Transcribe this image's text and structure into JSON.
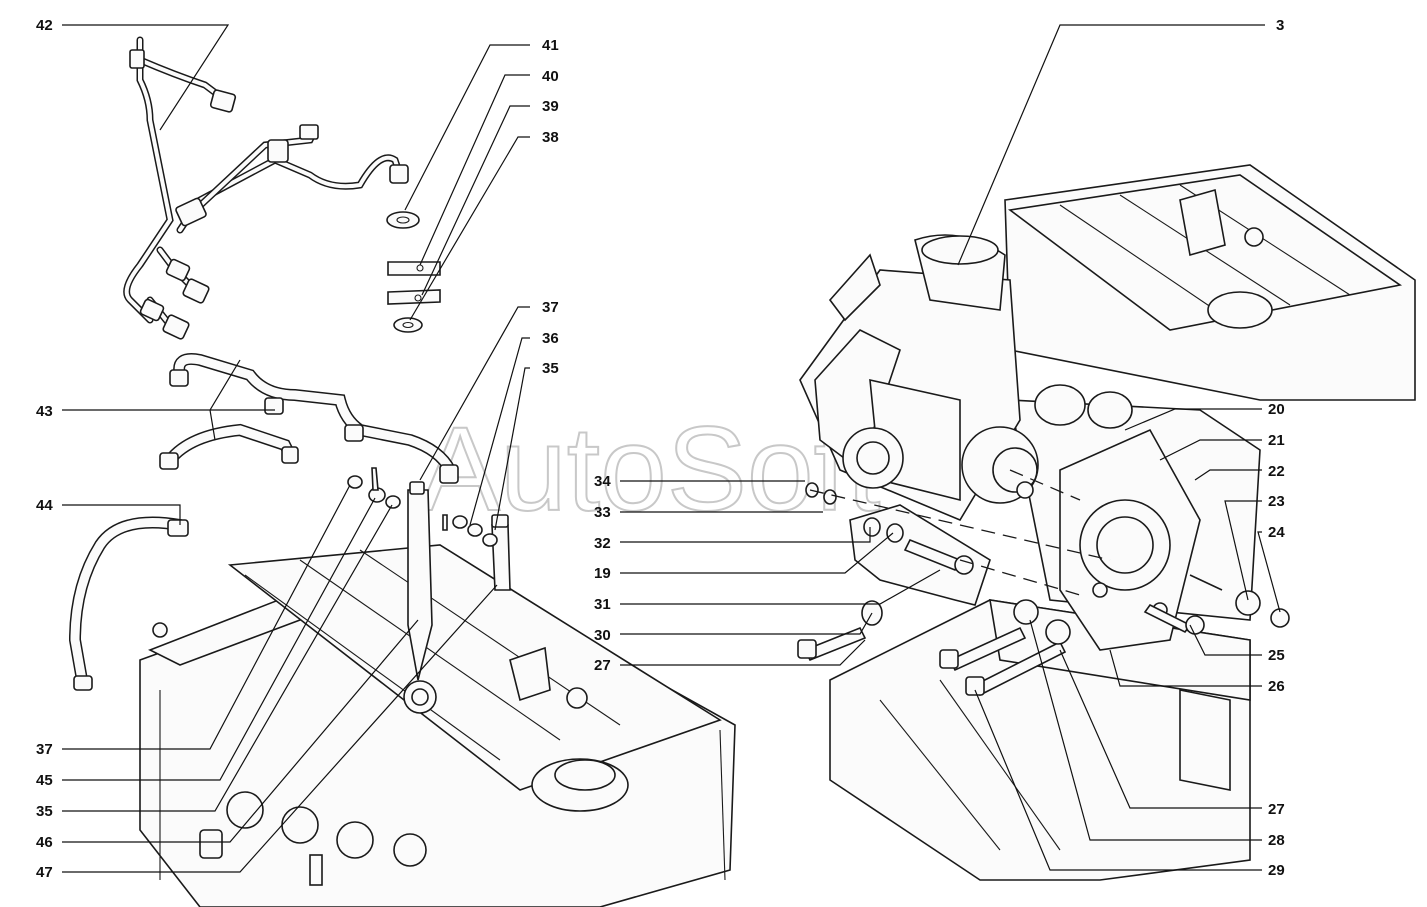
{
  "watermark": "AutoSoft",
  "callouts": {
    "c42": "42",
    "c41": "41",
    "c40": "40",
    "c39": "39",
    "c38": "38",
    "c3": "3",
    "c37a": "37",
    "c36": "36",
    "c35a": "35",
    "c43": "43",
    "c44": "44",
    "c34": "34",
    "c33": "33",
    "c32": "32",
    "c19": "19",
    "c31": "31",
    "c30": "30",
    "c27a": "27",
    "c20": "20",
    "c21": "21",
    "c22": "22",
    "c23": "23",
    "c24": "24",
    "c25": "25",
    "c26": "26",
    "c27b": "27",
    "c28": "28",
    "c29": "29",
    "c37b": "37",
    "c45": "45",
    "c35b": "35",
    "c46": "46",
    "c47": "47"
  }
}
